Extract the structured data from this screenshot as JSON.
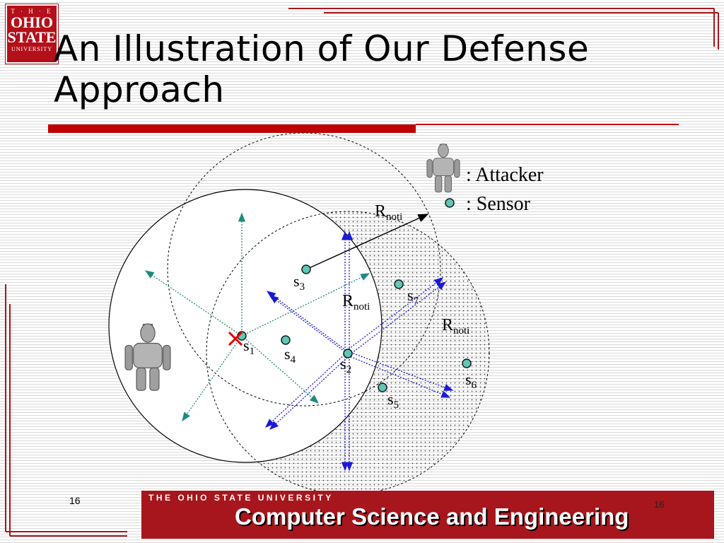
{
  "logo": {
    "line1": "T · H · E",
    "line2": "OHIO",
    "line3": "STATE",
    "line4": "UNIVERSITY"
  },
  "slide": {
    "title": "An Illustration of Our Defense Approach",
    "number": "16",
    "footer_number": "16"
  },
  "footer": {
    "university": "THE OHIO STATE UNIVERSITY",
    "department": "Computer Science and Engineering"
  },
  "legend": {
    "attacker_label": ": Attacker",
    "sensor_label": ": Sensor"
  },
  "diagram": {
    "range_label": "R",
    "range_subscript": "noti",
    "sensors": [
      {
        "id": "s1",
        "letter": "s",
        "index": "1"
      },
      {
        "id": "s2",
        "letter": "s",
        "index": "2"
      },
      {
        "id": "s3",
        "letter": "s",
        "index": "3"
      },
      {
        "id": "s4",
        "letter": "s",
        "index": "4"
      },
      {
        "id": "s5",
        "letter": "s",
        "index": "5"
      },
      {
        "id": "s6",
        "letter": "s",
        "index": "6"
      },
      {
        "id": "s7",
        "letter": "s",
        "index": "7"
      }
    ]
  },
  "colors": {
    "brand_red": "#b3101a",
    "sensor_fill": "#5fc7b5",
    "teal_arrow": "#1e8a80",
    "blue_arrow": "#1a1ad6"
  }
}
